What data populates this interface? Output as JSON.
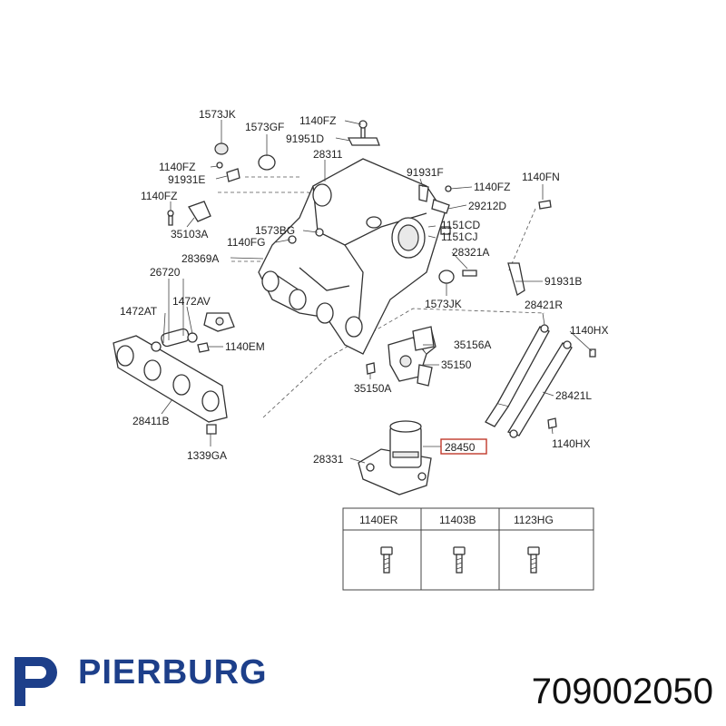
{
  "labels": [
    {
      "id": "1573JK-top",
      "text": "1573JK"
    },
    {
      "id": "1573GF",
      "text": "1573GF"
    },
    {
      "id": "1140FZ-a",
      "text": "1140FZ"
    },
    {
      "id": "91951D",
      "text": "91951D"
    },
    {
      "id": "28311",
      "text": "28311"
    },
    {
      "id": "1140FZ-b",
      "text": "1140FZ"
    },
    {
      "id": "91931E",
      "text": "91931E"
    },
    {
      "id": "1140FZ-c",
      "text": "1140FZ"
    },
    {
      "id": "35103A",
      "text": "35103A"
    },
    {
      "id": "91931F",
      "text": "91931F"
    },
    {
      "id": "1140FZ-d",
      "text": "1140FZ"
    },
    {
      "id": "1140FN",
      "text": "1140FN"
    },
    {
      "id": "29212D",
      "text": "29212D"
    },
    {
      "id": "1151CD",
      "text": "1151CD"
    },
    {
      "id": "1151CJ",
      "text": "1151CJ"
    },
    {
      "id": "1573BG",
      "text": "1573BG"
    },
    {
      "id": "1140FG",
      "text": "1140FG"
    },
    {
      "id": "28369A",
      "text": "28369A"
    },
    {
      "id": "28321A",
      "text": "28321A"
    },
    {
      "id": "26720",
      "text": "26720"
    },
    {
      "id": "91931B",
      "text": "91931B"
    },
    {
      "id": "1472AT",
      "text": "1472AT"
    },
    {
      "id": "1472AV",
      "text": "1472AV"
    },
    {
      "id": "1573JK-mid",
      "text": "1573JK"
    },
    {
      "id": "28421R",
      "text": "28421R"
    },
    {
      "id": "1140HX-a",
      "text": "1140HX"
    },
    {
      "id": "1140EM",
      "text": "1140EM"
    },
    {
      "id": "35156A",
      "text": "35156A"
    },
    {
      "id": "35150",
      "text": "35150"
    },
    {
      "id": "35150A",
      "text": "35150A"
    },
    {
      "id": "28421L",
      "text": "28421L"
    },
    {
      "id": "28411B",
      "text": "28411B"
    },
    {
      "id": "1140HX-b",
      "text": "1140HX"
    },
    {
      "id": "28450",
      "text": "28450"
    },
    {
      "id": "1339GA",
      "text": "1339GA"
    },
    {
      "id": "28331",
      "text": "28331"
    }
  ],
  "table": {
    "headers": [
      "1140ER",
      "11403B",
      "1123HG"
    ]
  },
  "brand": {
    "name": "PIERBURG",
    "part_number": "709002050",
    "color": "#1d3f8a"
  },
  "highlight_color": "#c0392b"
}
